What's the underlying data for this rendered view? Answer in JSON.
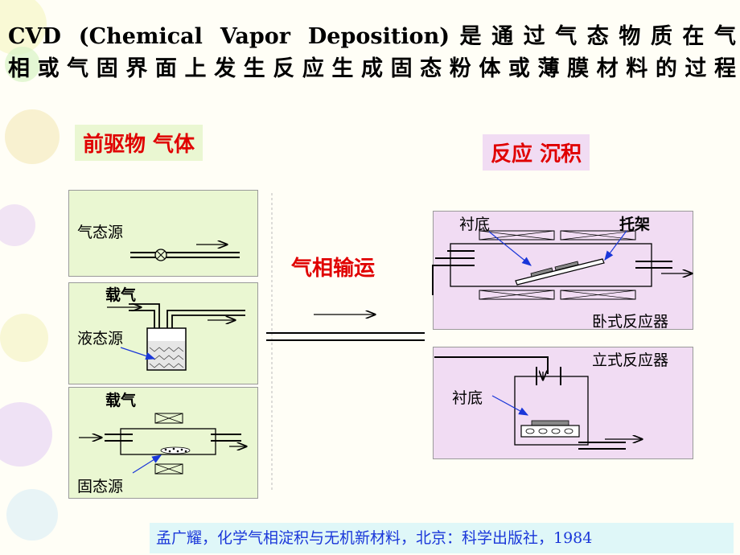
{
  "title": {
    "line1": "CVD (Chemical Vapor Deposition)是通过气态物质在气",
    "line2": "相或气固界面上发生反应生成固态粉体或薄膜材料的过程"
  },
  "labels": {
    "precursor": "前驱物 气体",
    "reaction": "反应 沉积",
    "transport": "气相输运"
  },
  "sources": {
    "gas": "气态源",
    "carrier_gas_1": "载气",
    "liquid": "液态源",
    "carrier_gas_2": "载气",
    "solid": "固态源"
  },
  "reactors": {
    "substrate_1": "衬底",
    "holder": "托架",
    "horizontal": "卧式反应器",
    "vertical": "立式反应器",
    "substrate_2": "衬底"
  },
  "reference": "孟广耀，化学气相淀积与无机新材料，北京：科学出版社，1984",
  "colors": {
    "green_panel": "#eaf7d2",
    "purple_panel": "#f1dcf3",
    "accent_red": "#e00000",
    "ref_text": "#1a37d9",
    "ref_bg": "#dff7f8",
    "arrow_blue": "#1a37d9"
  }
}
